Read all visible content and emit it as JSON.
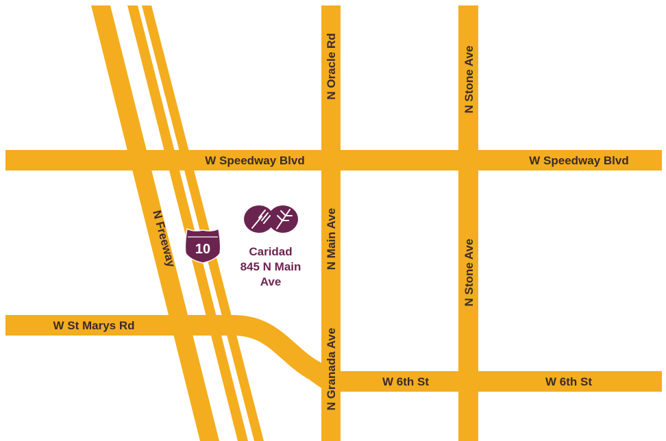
{
  "colors": {
    "road": "#f4ad1f",
    "road_gap": "#ffffff",
    "label_text": "#3b2a2a",
    "brand": "#6b2450",
    "background": "#ffffff"
  },
  "roads": {
    "speedway_west": "W Speedway Blvd",
    "speedway_east": "W Speedway Blvd",
    "st_marys": "W St Marys Rd",
    "sixth_west": "W 6th St",
    "sixth_east": "W 6th St",
    "oracle": "N Oracle Rd",
    "main": "N Main Ave",
    "granada": "N Granada Ave",
    "stone_north": "N Stone Ave",
    "stone_south": "N Stone Ave",
    "freeway": "N Freeway"
  },
  "interstate": {
    "number": "10"
  },
  "poi": {
    "icon": "fork-and-wheat-logo-icon",
    "name": "Caridad",
    "address_line1": "845 N Main",
    "address_line2": "Ave"
  }
}
